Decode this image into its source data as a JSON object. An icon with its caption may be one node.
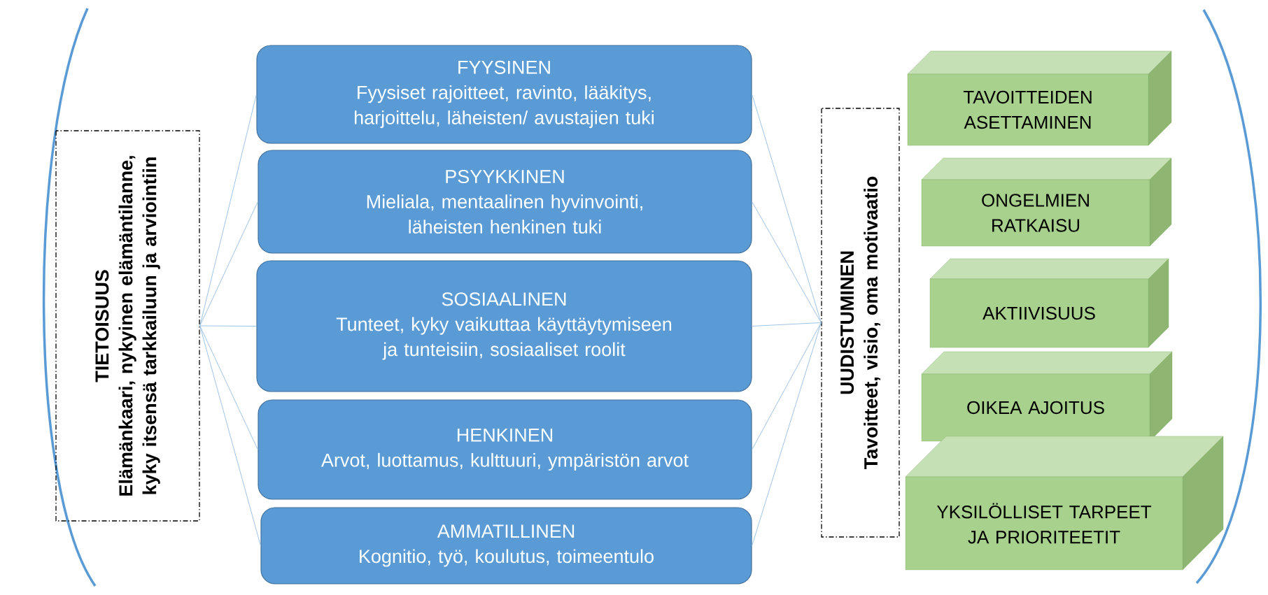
{
  "diagram": {
    "nodes": [
      {
        "text": [
          "TIETOISUUS",
          "Elämänkaari, nykyinen elämäntilanne, kyky itsensä tarkkailuun ja arviointiin"
        ]
      },
      {
        "text": [
          "FYYSINEN",
          "Fyysiset rajoitteet, ravinto, lääkitys, harjoittelu, läheisten/ avustajien tuki"
        ]
      },
      {
        "text": [
          "PSYYKKINEN",
          "Mieliala, mentaalinen hyvinvointi, läheisten henkinen tuki"
        ]
      },
      {
        "text": [
          "SOSIAALINEN",
          "Tunteet, kyky vaikuttaa käyttäytymiseen ja tunteisiin, sosiaaliset roolit"
        ]
      },
      {
        "text": [
          "HENKINEN",
          "Arvot, luottamus, kulttuuri, ympäristön arvot"
        ]
      },
      {
        "text": [
          "AMMATILLINEN",
          "Kognitio, työ, koulutus, toimeentulo"
        ]
      },
      {
        "text": [
          "UUDISTUMINEN",
          "Tavoitteet, visio, oma motivaatio"
        ]
      },
      {
        "text": [
          "TAVOITTEIDEN ASETTAMINEN"
        ]
      },
      {
        "text": [
          "ONGELMIEN RATKAISU"
        ]
      },
      {
        "text": [
          "AKTIIVISUUS"
        ]
      },
      {
        "text": [
          "OIKEA AJOITUS"
        ]
      },
      {
        "text": [
          "YKSILÖLLISET TARPEET JA PRIORITEETIT"
        ]
      }
    ],
    "edges": [
      {
        "from": 0,
        "to": 1,
        "arrow": "none"
      },
      {
        "from": 0,
        "to": 2,
        "arrow": "none"
      },
      {
        "from": 0,
        "to": 3,
        "arrow": "none"
      },
      {
        "from": 0,
        "to": 4,
        "arrow": "none"
      },
      {
        "from": 0,
        "to": 5,
        "arrow": "none"
      },
      {
        "from": 1,
        "to": 6,
        "arrow": "none"
      },
      {
        "from": 2,
        "to": 6,
        "arrow": "none"
      },
      {
        "from": 3,
        "to": 6,
        "arrow": "none"
      },
      {
        "from": 4,
        "to": 6,
        "arrow": "none"
      },
      {
        "from": 5,
        "to": 6,
        "arrow": "none"
      }
    ]
  }
}
